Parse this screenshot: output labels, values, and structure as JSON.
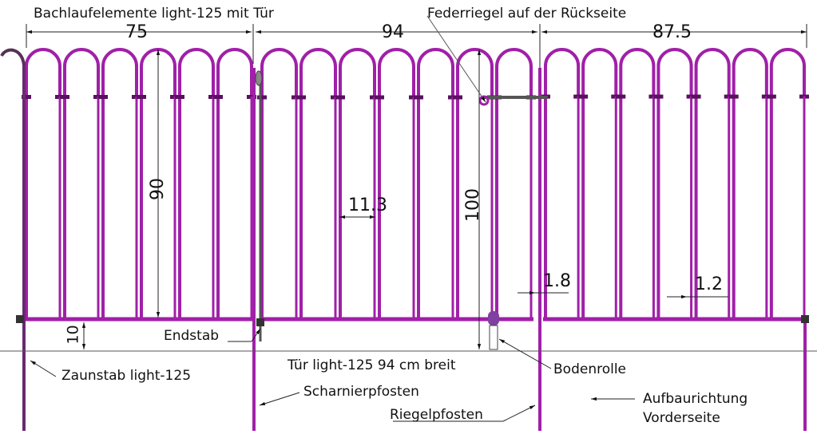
{
  "title": "Bachlaufelemente light-125 mit Tür",
  "colors": {
    "bar": "#a020a8",
    "bar_dark": "#5a1060",
    "line": "#222222"
  },
  "dimensions": {
    "width_left": "75",
    "width_door": "94",
    "width_right": "87.5",
    "height_left": "90",
    "height_door": "100",
    "bar_spacing": "11.3",
    "ground_clearance": "10",
    "post_gap_door": "1.8",
    "post_gap_right": "1.2"
  },
  "labels": {
    "spring_latch": "Federriegel auf der Rückseite",
    "end_bar": "Endstab",
    "fence_post": "Zaunstab light-125",
    "door": "Tür light-125  94 cm breit",
    "ground_roller": "Bodenrolle",
    "hinge_post": "Scharnierpfosten",
    "latch_post": "Riegelpfosten",
    "direction_line1": "Aufbaurichtung",
    "direction_line2": "Vorderseite"
  }
}
